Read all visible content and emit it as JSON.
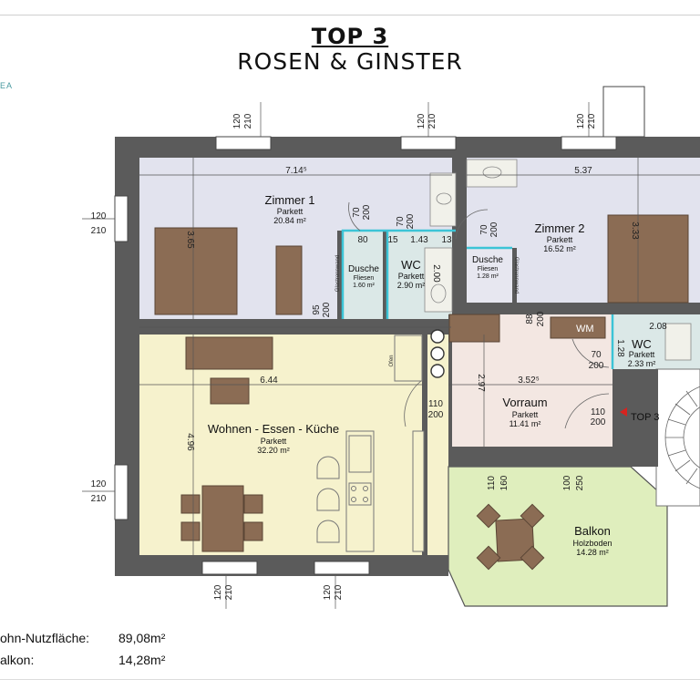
{
  "header": {
    "title": "TOP 3",
    "subtitle": "ROSEN & GINSTER",
    "brand_fragment": "EA"
  },
  "rooms": {
    "zimmer1": {
      "name": "Zimmer 1",
      "floor": "Parkett",
      "area": "20.84 m²"
    },
    "zimmer2": {
      "name": "Zimmer 2",
      "floor": "Parkett",
      "area": "16.52 m²"
    },
    "dusche1": {
      "name": "Dusche",
      "floor": "Fliesen",
      "area": "1.60 m²"
    },
    "wc1": {
      "name": "WC",
      "floor": "Parkett",
      "area": "2.90 m²"
    },
    "dusche2": {
      "name": "Dusche",
      "floor": "Fliesen",
      "area": "1.28 m²"
    },
    "wc2": {
      "name": "WC",
      "floor": "Parkett",
      "area": "2.33 m²"
    },
    "wohnen": {
      "name": "Wohnen - Essen - Küche",
      "floor": "Parkett",
      "area": "32.20 m²"
    },
    "vorraum": {
      "name": "Vorraum",
      "floor": "Parkett",
      "area": "11.41 m²"
    },
    "balkon": {
      "name": "Balkon",
      "floor": "Holzboden",
      "area": "14.28 m²"
    }
  },
  "labels": {
    "wm": "WM",
    "ofen": "Ofen",
    "glas1": "Glastrennwand",
    "glas2": "Glastrennwand",
    "entrance": "TOP 3"
  },
  "dimensions": {
    "w_top1a": "120",
    "w_top1b": "210",
    "w_top2a": "120",
    "w_top2b": "210",
    "w_top3a": "120",
    "w_top3b": "210",
    "w_lefta1": "120",
    "w_leftb1": "210",
    "w_lefta2": "120",
    "w_leftb2": "210",
    "w_bot1a": "120",
    "w_bot1b": "210",
    "w_bot2a": "120",
    "w_bot2b": "210",
    "d_z1": "7.14⁵",
    "d_z2": "5.37",
    "d_z1h": "3.65",
    "d_z2h": "3.33",
    "d_wohn": "6.44",
    "d_wohnh": "4.96",
    "d_vor": "3.52⁵",
    "d_vorh": "2.97",
    "d_wc2": "2.08",
    "d_wc2h": "1.28",
    "d_du80": "80",
    "d_wc143": "1.43",
    "d_15": "15",
    "d_13": "13",
    "d_200wc": "2.00",
    "door_70a": "70",
    "door_200a": "200",
    "door_70b": "70",
    "door_200b": "200",
    "door_70c": "70",
    "door_200c": "200",
    "door_95": "95",
    "door_200d": "200",
    "door_88": "88",
    "door_200e": "200",
    "door_70e": "70",
    "door_200f": "200",
    "door_110a": "110",
    "door_200g": "200",
    "door_110b": "110",
    "door_200h": "200",
    "door_110c": "110",
    "door_160": "160",
    "door_100": "100",
    "door_250": "250"
  },
  "summary": [
    {
      "label": "ohn-Nutzfläche:",
      "value": "89,08m²"
    },
    {
      "label": "alkon:",
      "value": "14,28m²"
    }
  ],
  "colors": {
    "wall": "#5b5b5b",
    "bedroom": "#e2e3ee",
    "living": "#f6f2cd",
    "hall": "#f3e7e2",
    "bath": "#dbe8e7",
    "balcony": "#dfeebd",
    "furniture": "#8b6c54",
    "bath_outline": "#3cc4d6"
  }
}
